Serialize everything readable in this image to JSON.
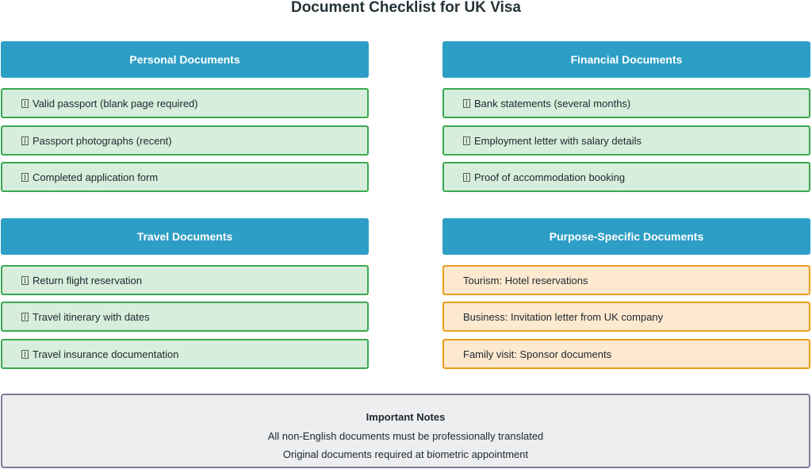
{
  "title": "Document Checklist for UK Visa",
  "sections": {
    "personal": {
      "header": "Personal Documents",
      "items": [
        "Valid passport (blank page required)",
        "Passport photographs (recent)",
        "Completed application form"
      ]
    },
    "financial": {
      "header": "Financial Documents",
      "items": [
        "Bank statements (several months)",
        "Employment letter with salary details",
        "Proof of accommodation booking"
      ]
    },
    "travel": {
      "header": "Travel Documents",
      "items": [
        "Return flight reservation",
        "Travel itinerary with dates",
        "Travel insurance documentation"
      ]
    },
    "purpose": {
      "header": "Purpose-Specific Documents",
      "items": [
        "Tourism: Hotel reservations",
        "Business: Invitation letter from UK company",
        "Family visit: Sponsor documents"
      ]
    }
  },
  "notes": {
    "title": "Important Notes",
    "lines": [
      "All non-English documents must be professionally translated",
      "Original documents required at biometric appointment"
    ]
  },
  "colors": {
    "header_bg": "#2d9ec6",
    "item_green_bg": "#d6eedb",
    "item_green_border": "#3aa851",
    "item_orange_bg": "#fce9cf",
    "item_orange_border": "#ed9e1f",
    "notes_bg": "#eceeef",
    "notes_border": "#7e7a9c"
  }
}
